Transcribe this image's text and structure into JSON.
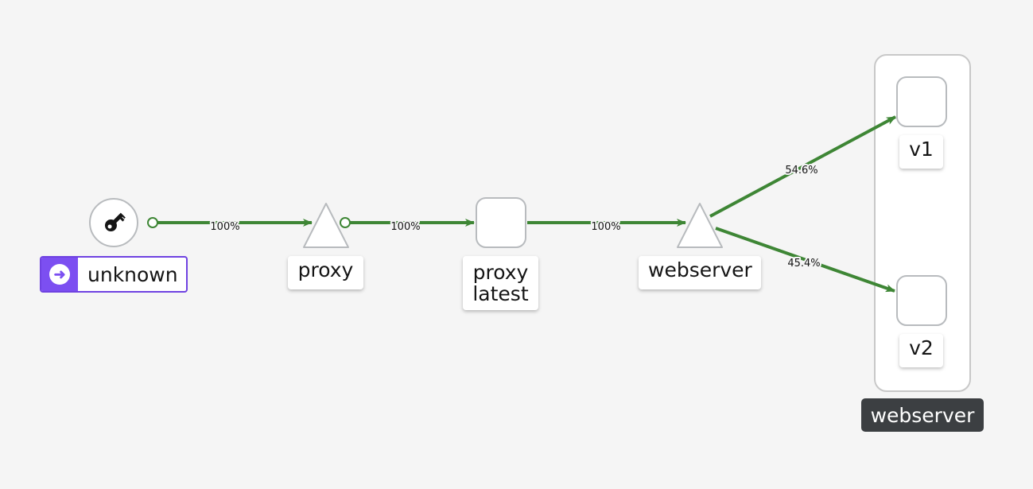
{
  "colors": {
    "background": "#f5f5f5",
    "edge": "#3e8635",
    "node_border": "#b8bbbe",
    "unknown_badge": "#7c4ff1",
    "group_label_bg": "#3c3f42"
  },
  "nodes": {
    "unknown": {
      "label": "unknown",
      "shape": "circle",
      "icon": "key-icon",
      "badge_icon": "arrow-right-circle-icon"
    },
    "proxy_service": {
      "label": "proxy",
      "shape": "triangle"
    },
    "proxy_app": {
      "label_line1": "proxy",
      "label_line2": "latest",
      "shape": "rounded-square"
    },
    "webserver_service": {
      "label": "webserver",
      "shape": "triangle"
    },
    "v1": {
      "label": "v1",
      "shape": "rounded-square"
    },
    "v2": {
      "label": "v2",
      "shape": "rounded-square"
    }
  },
  "group": {
    "label": "webserver"
  },
  "edges": [
    {
      "from": "unknown",
      "to": "proxy_service",
      "label": "100%"
    },
    {
      "from": "proxy_service",
      "to": "proxy_app",
      "label": "100%"
    },
    {
      "from": "proxy_app",
      "to": "webserver_service",
      "label": "100%"
    },
    {
      "from": "webserver_service",
      "to": "v1",
      "label": "54.6%"
    },
    {
      "from": "webserver_service",
      "to": "v2",
      "label": "45.4%"
    }
  ]
}
